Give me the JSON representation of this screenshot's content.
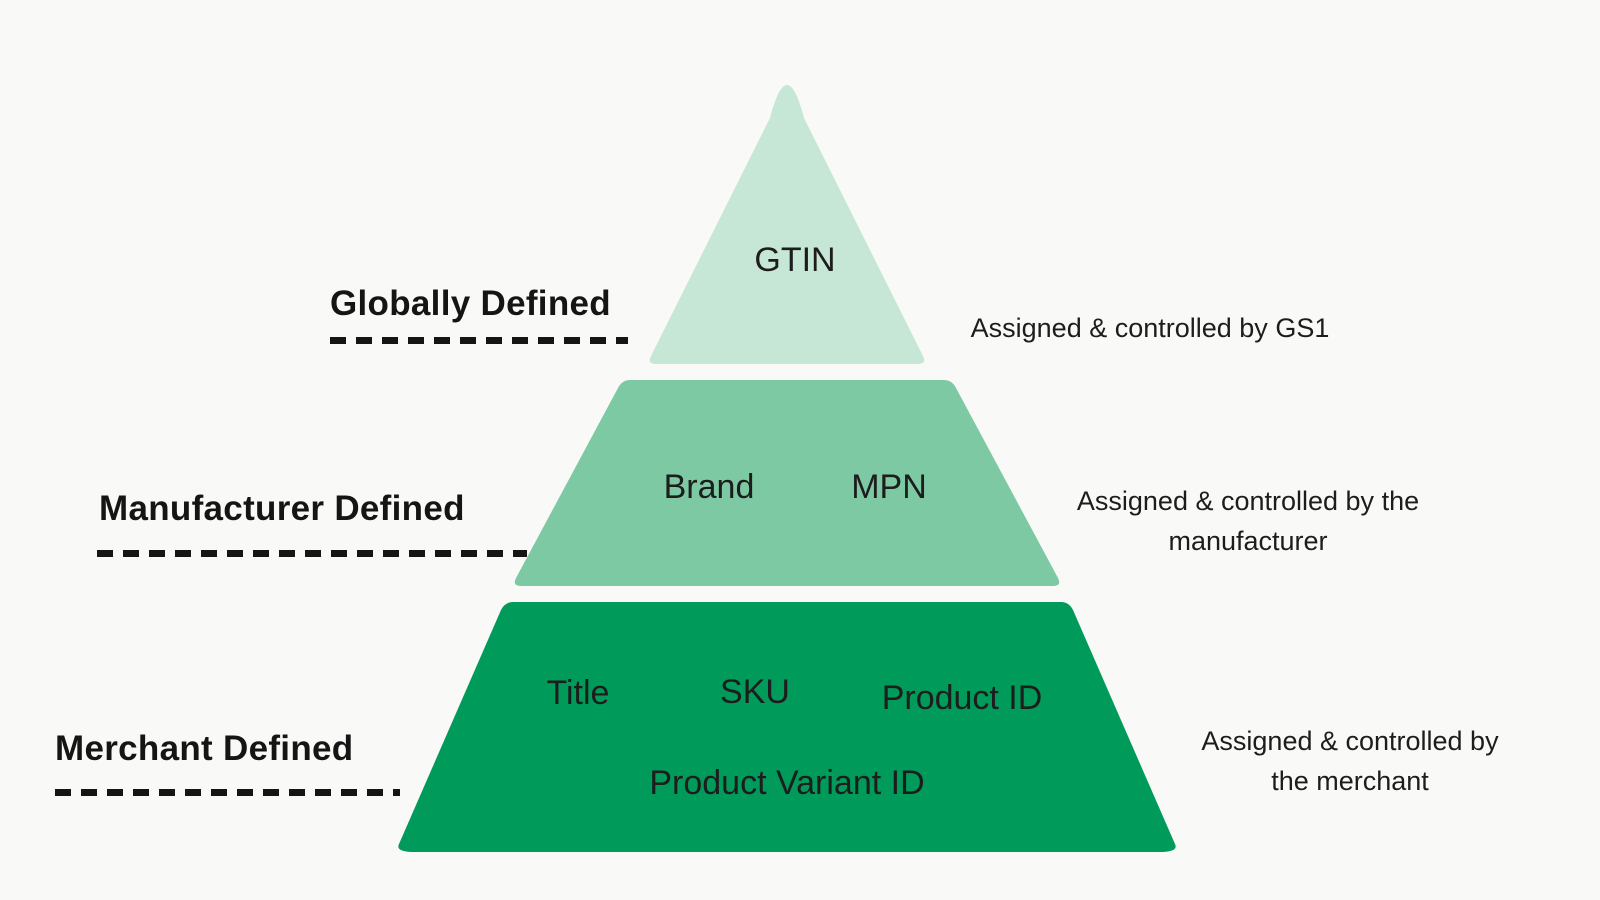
{
  "colors": {
    "background": "#f9f9f7",
    "text": "#1d1d1d",
    "tier_top": "#c6e7d5",
    "tier_middle": "#7cc9a3",
    "tier_bottom": "#009a5a"
  },
  "pyramid": {
    "tiers": [
      {
        "level": "Globally Defined",
        "color": "#c6e7d5",
        "items": [
          "GTIN"
        ],
        "annotation_lines": [
          "Assigned & controlled by GS1"
        ]
      },
      {
        "level": "Manufacturer Defined",
        "color": "#7cc9a3",
        "items": [
          "Brand",
          "MPN"
        ],
        "annotation_lines": [
          "Assigned & controlled by the",
          "manufacturer"
        ]
      },
      {
        "level": "Merchant Defined",
        "color": "#009a5a",
        "items": [
          "Title",
          "SKU",
          "Product ID",
          "Product Variant ID"
        ],
        "annotation_lines": [
          "Assigned & controlled by",
          "the merchant"
        ]
      }
    ]
  }
}
